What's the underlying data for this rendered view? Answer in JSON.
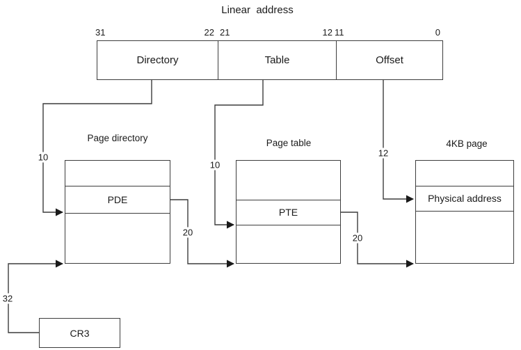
{
  "diagram_title": "Linear  address",
  "colors": {
    "line": "#3c3c3c",
    "text": "#1a1a1a",
    "background": "#ffffff"
  },
  "linear_address": {
    "bits": [
      "31",
      "22",
      "21",
      "12",
      "11",
      "0"
    ],
    "segments": [
      "Directory",
      "Table",
      "Offset"
    ]
  },
  "structures": [
    {
      "title": "Page directory",
      "entry": "PDE"
    },
    {
      "title": "Page table",
      "entry": "PTE"
    },
    {
      "title": "4KB page",
      "entry": "Physical address"
    }
  ],
  "register": {
    "label": "CR3"
  },
  "wire_labels": {
    "directory_index_bits": "10",
    "table_index_bits": "10",
    "offset_bits": "12",
    "pde_to_table_bits": "20",
    "pte_to_page_bits": "20",
    "cr3_bits": "32"
  }
}
